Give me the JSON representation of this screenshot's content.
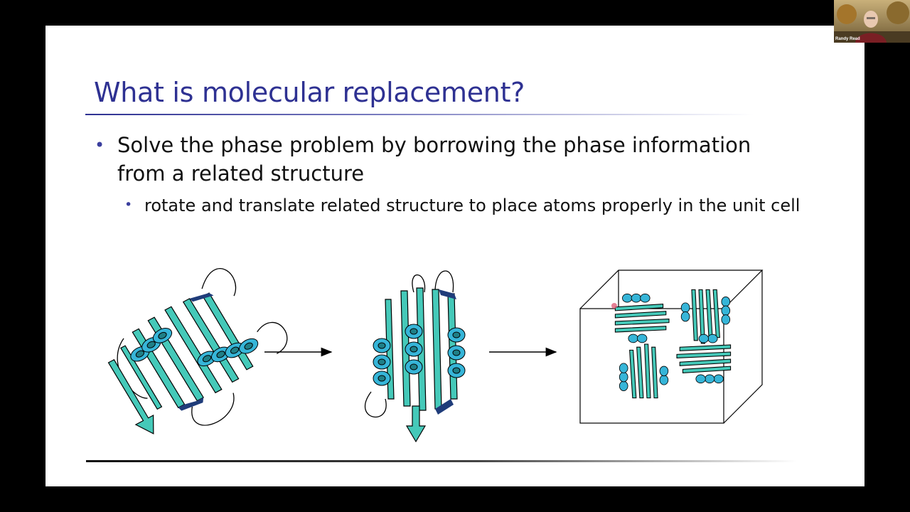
{
  "slide": {
    "title": "What is molecular replacement?",
    "bullets": [
      {
        "text": "Solve the phase problem by borrowing the phase information from a related structure",
        "sub": [
          {
            "text": "rotate and translate related structure to place atoms properly in the unit cell"
          }
        ]
      }
    ],
    "bullet_glyph": "•"
  },
  "figure": {
    "panels": [
      "search-model",
      "rotated-model",
      "unit-cell-packing"
    ],
    "arrows": 2
  },
  "webcam": {
    "name": "Randy Read"
  },
  "colors": {
    "title": "#2e3192",
    "ribbon": "#45c9b9",
    "helix": "#36b5d8",
    "dark_strand": "#1f3c7a",
    "background": "#000000",
    "slide": "#ffffff"
  }
}
